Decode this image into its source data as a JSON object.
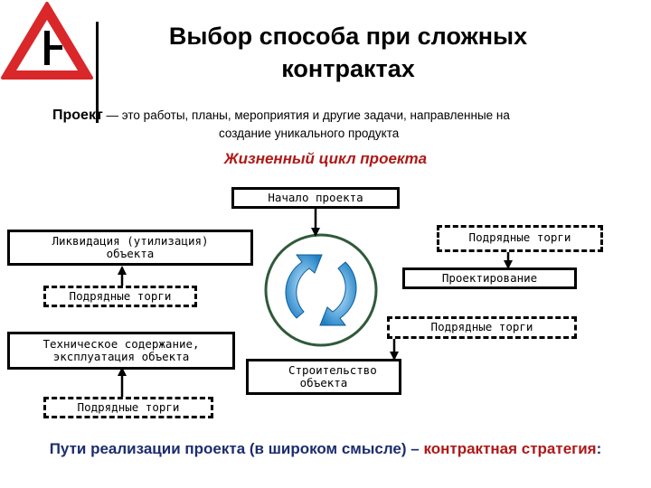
{
  "header": {
    "title": "Выбор способа при сложных контрактах"
  },
  "definition": {
    "term": "Проект",
    "text_line1": " — это работы, планы, мероприятия и другие задачи, направленные на",
    "text_line2": "создание уникального продукта"
  },
  "lifecycle_title": "Жизненный цикл проекта",
  "boxes": {
    "start": "Начало проекта",
    "liquidation": "Ликвидация (утилизация) объекта",
    "tender_top_right": "Подрядные торги",
    "design": "Проектирование",
    "tender_left_mid": "Подрядные торги",
    "tender_right_mid": "Подрядные торги",
    "maintenance": "Техническое содержание, эксплуатация объекта",
    "construction": "Строительство объекта",
    "tender_bottom_left": "Подрядные торги"
  },
  "footer": {
    "text_main": "Пути реализации проекта (в широком смысле) – ",
    "text_highlight": "контрактная стратегия",
    "text_end": ":"
  },
  "colors": {
    "sign_red": "#d9272a",
    "accent_red": "#b01818",
    "footer_blue": "#1c2d6e",
    "cycle_blue": "#2a8fd0"
  }
}
